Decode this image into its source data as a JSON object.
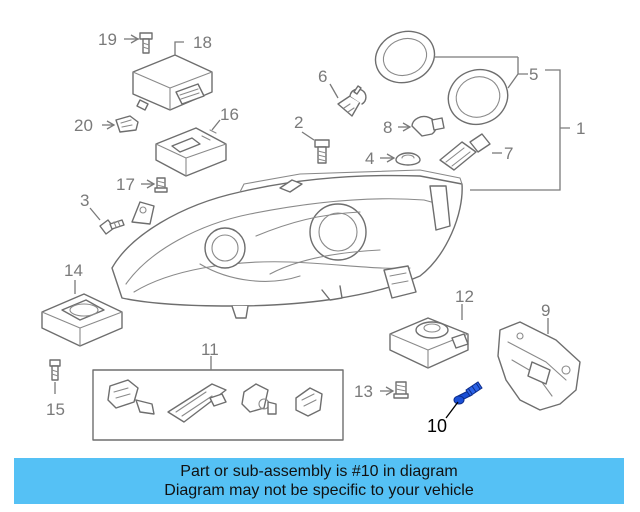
{
  "callouts": {
    "c1": "1",
    "c2": "2",
    "c3": "3",
    "c4": "4",
    "c5": "5",
    "c6": "6",
    "c7": "7",
    "c8": "8",
    "c9": "9",
    "c10": "10",
    "c11": "11",
    "c12": "12",
    "c13": "13",
    "c14": "14",
    "c15": "15",
    "c16": "16",
    "c17": "17",
    "c18": "18",
    "c19": "19",
    "c20": "20"
  },
  "highlighted_part": "10",
  "colors": {
    "banner": "#55c1f5",
    "highlight_part": "#1a4fd6",
    "line_art": "#6e6e6e"
  },
  "banner": {
    "line1": "Part or sub-assembly is #10 in diagram",
    "line2": "Diagram may not be specific to your vehicle"
  }
}
